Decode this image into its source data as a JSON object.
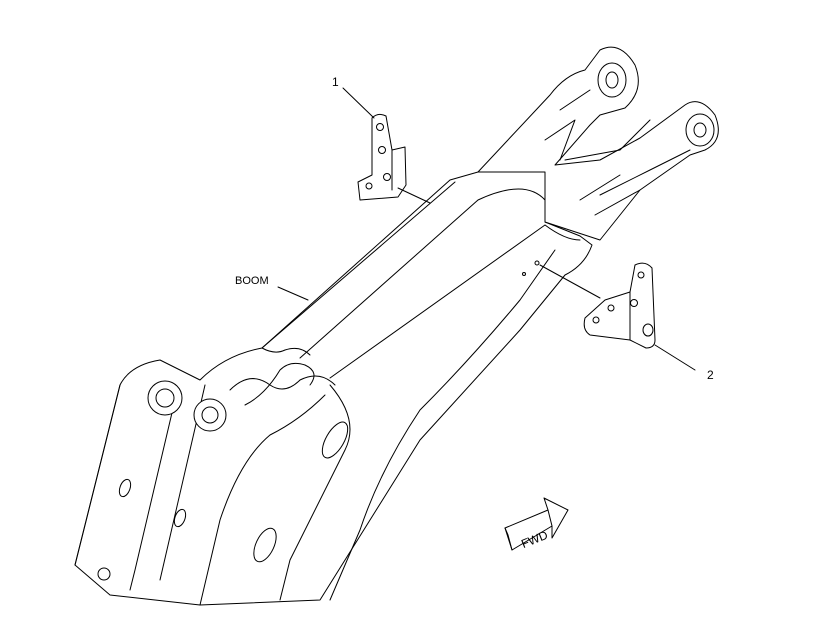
{
  "callouts": {
    "part_1": "1",
    "part_2": "2",
    "boom": "BOOM"
  },
  "fwd_arrow": {
    "label": "FWD"
  },
  "colors": {
    "line": "#000000",
    "background": "#ffffff"
  }
}
